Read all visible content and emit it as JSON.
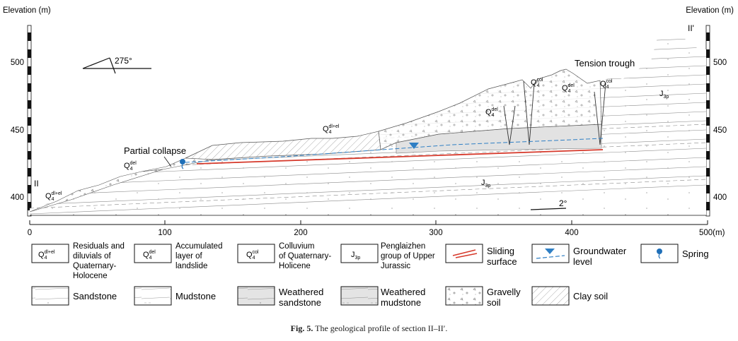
{
  "axes": {
    "left_title": "Elevation (m)",
    "right_title": "Elevation (m)",
    "y_ticks": [
      "500",
      "450",
      "400"
    ],
    "x_ticks": [
      "0",
      "100",
      "200",
      "300",
      "400",
      "500(m)"
    ]
  },
  "section": {
    "left_label": "II",
    "right_label": "II'"
  },
  "annotations": {
    "orientation": "275°",
    "dip": "2°",
    "partial_collapse": "Partial collapse",
    "tension_trough": "Tension trough"
  },
  "unit_symbols": {
    "q4_dil_el": {
      "base": "Q",
      "sub": "4",
      "sup": "dl+el"
    },
    "q4_del": {
      "base": "Q",
      "sub": "4",
      "sup": "del"
    },
    "q4_col": {
      "base": "Q",
      "sub": "4",
      "sup": "col"
    },
    "j3p": {
      "base": "J",
      "sub": "3p"
    }
  },
  "legend": [
    {
      "key": "q4_dil_el",
      "desc": [
        "Residuals and",
        "diluvials of",
        "Quaternary-",
        "Holocene"
      ]
    },
    {
      "key": "q4_del",
      "desc": [
        "Accumulated",
        "layer of",
        "landslide"
      ]
    },
    {
      "key": "q4_col",
      "desc": [
        "Colluvium",
        "of Quaternary-",
        "Holicene"
      ]
    },
    {
      "key": "j3p",
      "desc": [
        "Penglaizhen",
        "group of Upper",
        "Jurassic"
      ]
    },
    {
      "key": "sliding",
      "desc": [
        "Sliding",
        "surface"
      ]
    },
    {
      "key": "groundwater",
      "desc": [
        "Groundwater",
        "level"
      ]
    },
    {
      "key": "spring",
      "desc": [
        "Spring"
      ]
    },
    {
      "key": "sandstone",
      "desc": [
        "Sandstone"
      ]
    },
    {
      "key": "mudstone",
      "desc": [
        "Mudstone"
      ]
    },
    {
      "key": "weathered_sandstone",
      "desc": [
        "Weathered",
        "sandstone"
      ]
    },
    {
      "key": "weathered_mudstone",
      "desc": [
        "Weathered",
        "mudstone"
      ]
    },
    {
      "key": "gravelly_soil",
      "desc": [
        "Gravelly",
        "soil"
      ]
    },
    {
      "key": "clay_soil",
      "desc": [
        "Clay soil"
      ]
    }
  ],
  "caption": {
    "label": "Fig. 5.",
    "text": " The geological profile of section II–II′."
  },
  "colors": {
    "sliding_surface": "#d6392b",
    "groundwater": "#2f7fc4",
    "spring": "#1f6fb8",
    "weathered_fill": "#e6e6e6"
  }
}
